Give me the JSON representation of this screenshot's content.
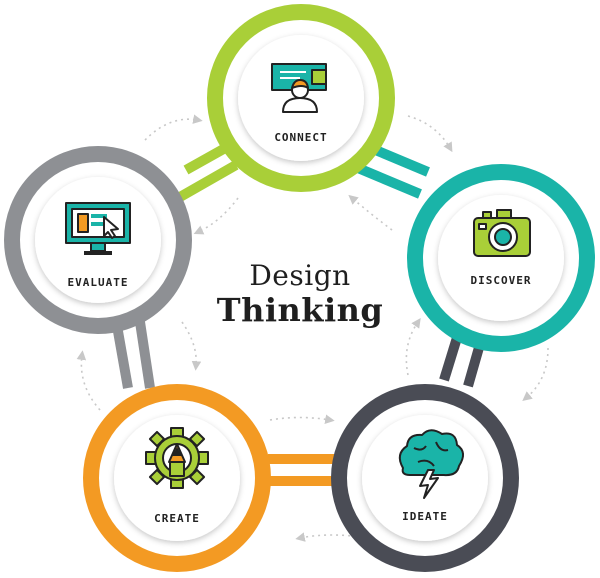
{
  "center": {
    "line1": "Design",
    "line2": "Thinking"
  },
  "stages": [
    {
      "id": "connect",
      "label": "CONNECT",
      "color": "#a9cf38",
      "icon": "presentation-person-icon"
    },
    {
      "id": "discover",
      "label": "DISCOVER",
      "color": "#1ab4a8",
      "icon": "camera-icon"
    },
    {
      "id": "ideate",
      "label": "IDEATE",
      "color": "#4a4c55",
      "icon": "brain-lightning-icon"
    },
    {
      "id": "create",
      "label": "CREATE",
      "color": "#f39a23",
      "icon": "gear-pencil-icon"
    },
    {
      "id": "evaluate",
      "label": "EVALUATE",
      "color": "#8e9094",
      "icon": "monitor-cursor-icon"
    }
  ]
}
